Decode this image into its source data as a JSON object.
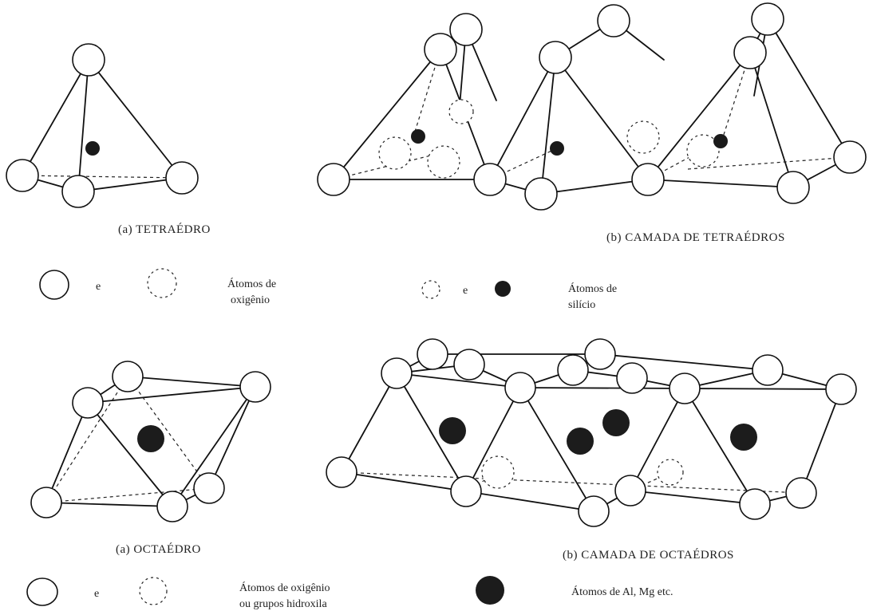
{
  "captions": {
    "tetrahedron": "(a) TETRAÉDRO",
    "tetrahedral_sheet": "(b) CAMADA DE TETRAÉDROS",
    "octahedron": "(a) OCTAÉDRO",
    "octahedral_sheet": "(b) CAMADA DE OCTAÉDROS"
  },
  "legend": {
    "conjunction": "e",
    "oxygen_line1": "Átomos de",
    "oxygen_line2": "oxigênio",
    "silicon_line1": "Átomos de",
    "silicon_line2": "silício",
    "oxy_hydroxyl_line1": "Átomos de oxigênio",
    "oxy_hydroxyl_line2": "ou grupos hidroxila",
    "al_mg": "Átomos de Al, Mg etc."
  }
}
